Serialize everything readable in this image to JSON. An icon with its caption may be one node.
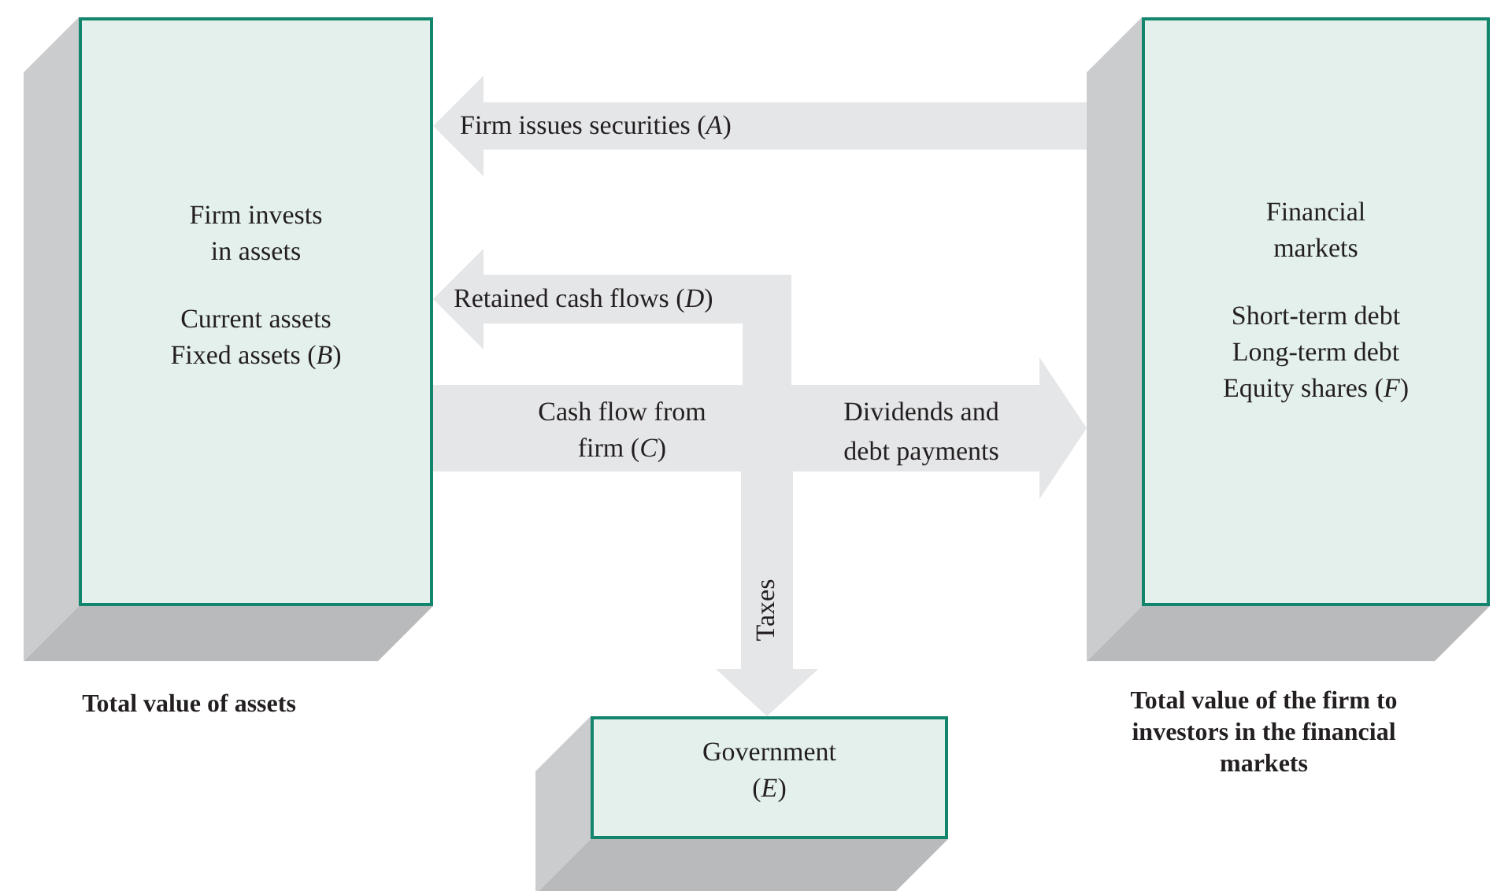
{
  "diagram": {
    "nodes": [
      {
        "text": [
          "Firm invests in assets",
          "Current assets Fixed assets (*B*)"
        ],
        "beside": [
          "Total value of assets"
        ]
      },
      {
        "text": [
          "Financial markets",
          "Short-term debt Long-term debt Equity shares (*F*)"
        ],
        "beside": [
          "Total value of the firm to investors in the financial markets"
        ]
      },
      {
        "text": [
          "Government (*E*)"
        ]
      }
    ],
    "edges": [
      {
        "from": 1,
        "to": 0,
        "arrow": "to",
        "label": "Firm issues securities (*A*)"
      },
      {
        "from": 0,
        "to": 1,
        "arrow": "to",
        "label": "Dividends and debt payments"
      },
      {
        "from": 0,
        "to": 2,
        "arrow": "to",
        "label": "Taxes"
      },
      {
        "from": null,
        "to": 0,
        "arrow": "to",
        "label": "Retained cash flows (*D*)"
      }
    ],
    "labels": [
      "Cash flow from firm (*C*)"
    ]
  }
}
